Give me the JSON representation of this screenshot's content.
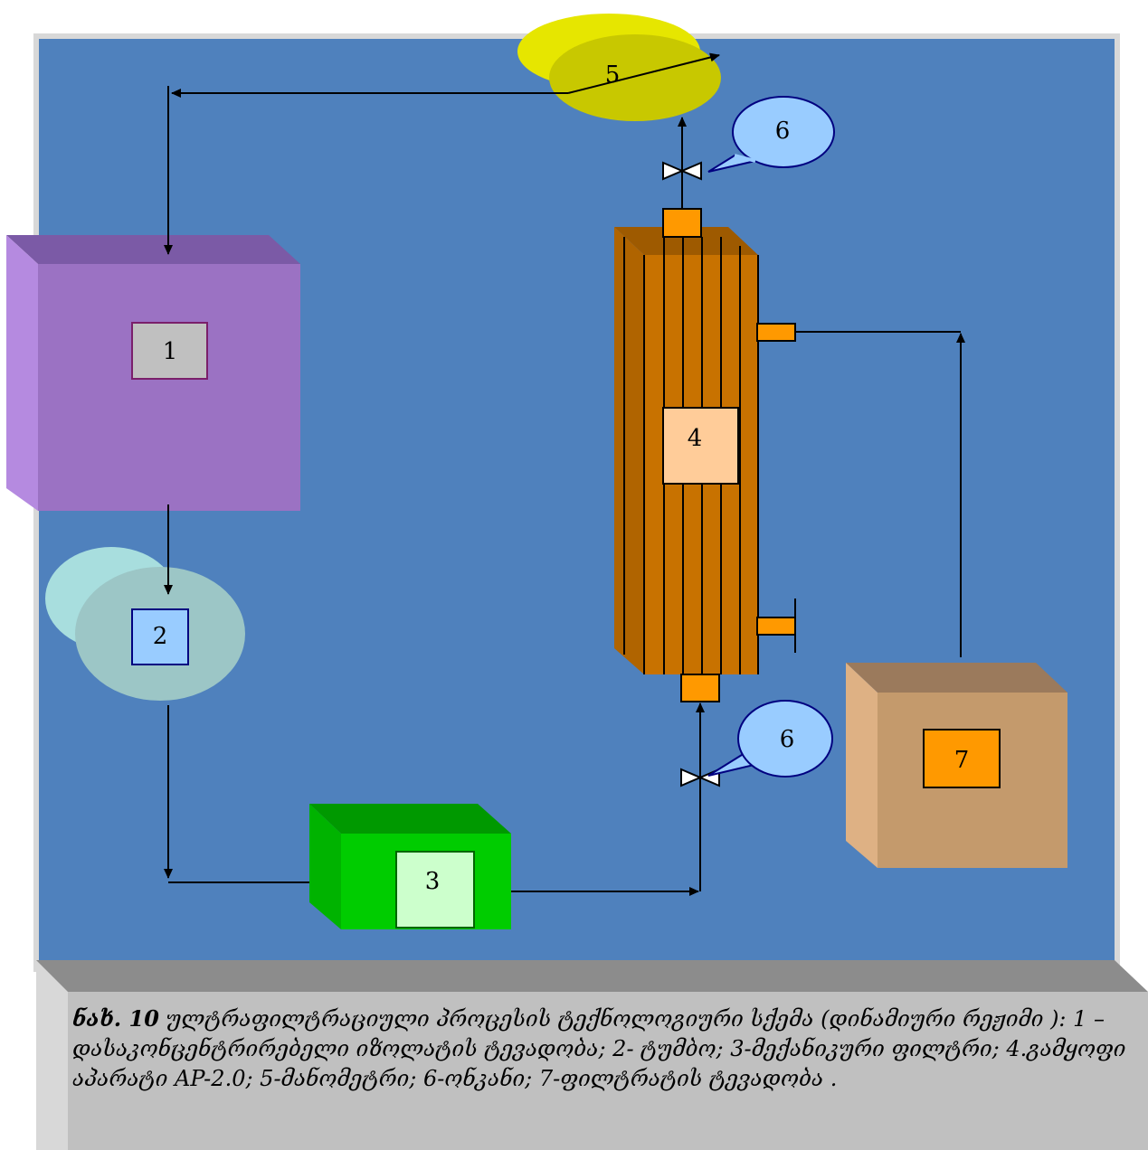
{
  "diagram": {
    "labels": {
      "n1": "1",
      "n2": "2",
      "n3": "3",
      "n4": "4",
      "n5": "5",
      "n6_top": "6",
      "n6_bottom": "6",
      "n7": "7"
    },
    "colors": {
      "background": "#4f81bd",
      "tank_front": "#9b72c3",
      "tank_top": "#7a5aa6",
      "tank_side": "#b38ae0",
      "pump": "#9bcfcf",
      "filter_front": "#00cc00",
      "filter_top": "#009900",
      "apparatus": "#c87200",
      "port": "#ff9900",
      "manometer": "#c8c800",
      "callout": "#99ccff",
      "permeate_tank": "#c49a6c"
    }
  },
  "caption": {
    "fig_label": "ნახ. 10",
    "text": " ულტრაფილტრაციული პროცესის ტექნოლოგიური სქემა (დინამიური რეჟიმი ): 1 – დასაკონცენტრირებელი იზოლატის  ტევადობა; 2- ტუმბო; 3-მექანიკური ფილტრი; 4.გამყოფი აპარატი AP-2.0; 5-მანომეტრი; 6-ონკანი; 7-ფილტრატის ტევადობა ."
  }
}
